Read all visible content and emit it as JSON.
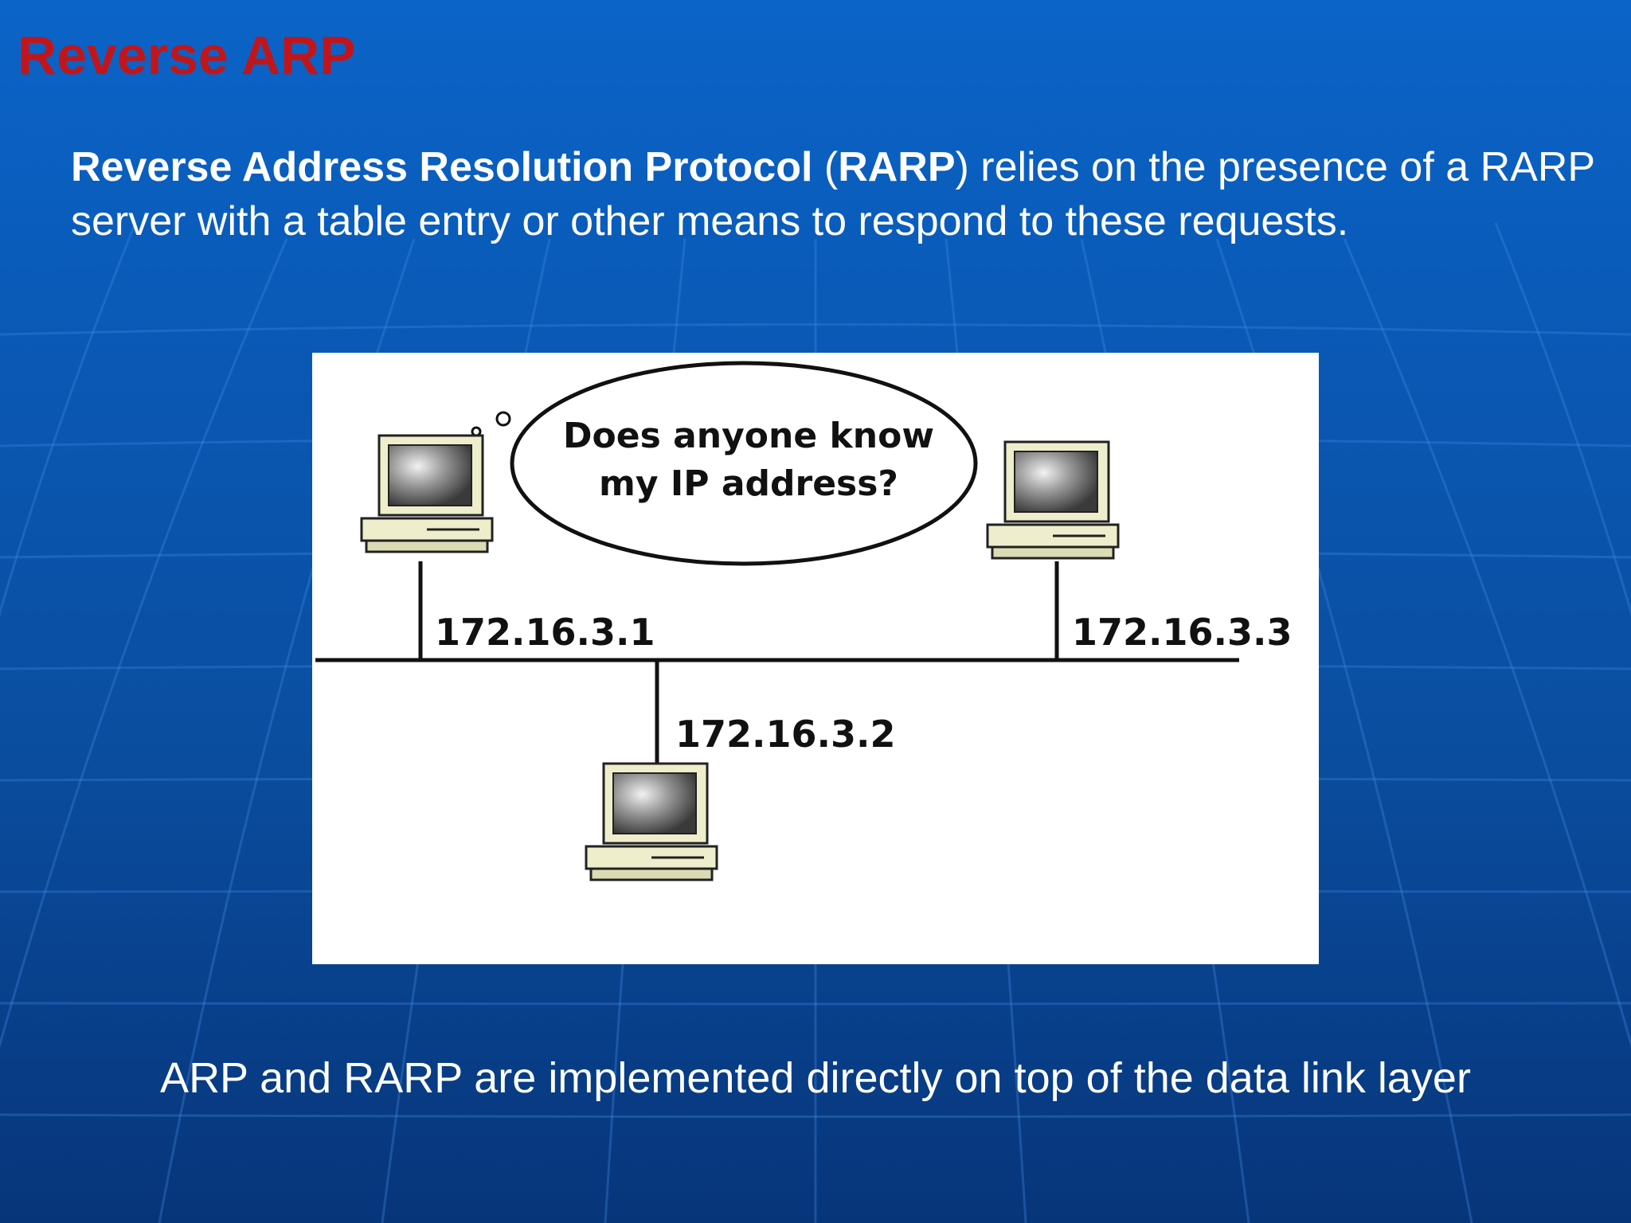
{
  "slide": {
    "title": "Reverse ARP",
    "body": {
      "term": "Reverse Address Resolution Protocol",
      "open_paren": " (",
      "acronym": "RARP",
      "rest": ") relies on the presence of a RARP server with a table entry or other means to respond to these requests."
    },
    "footer": "ARP and RARP are implemented directly on top of the data link layer"
  },
  "diagram": {
    "bubble_line1": "Does anyone know",
    "bubble_line2": "my IP address?",
    "host_left_ip": "172.16.3.1",
    "host_middle_ip": "172.16.3.2",
    "host_right_ip": "172.16.3.3"
  },
  "colors": {
    "title": "#c0161b",
    "background_top": "#0b64c8",
    "background_bottom": "#07357a",
    "text": "#ffffff"
  }
}
